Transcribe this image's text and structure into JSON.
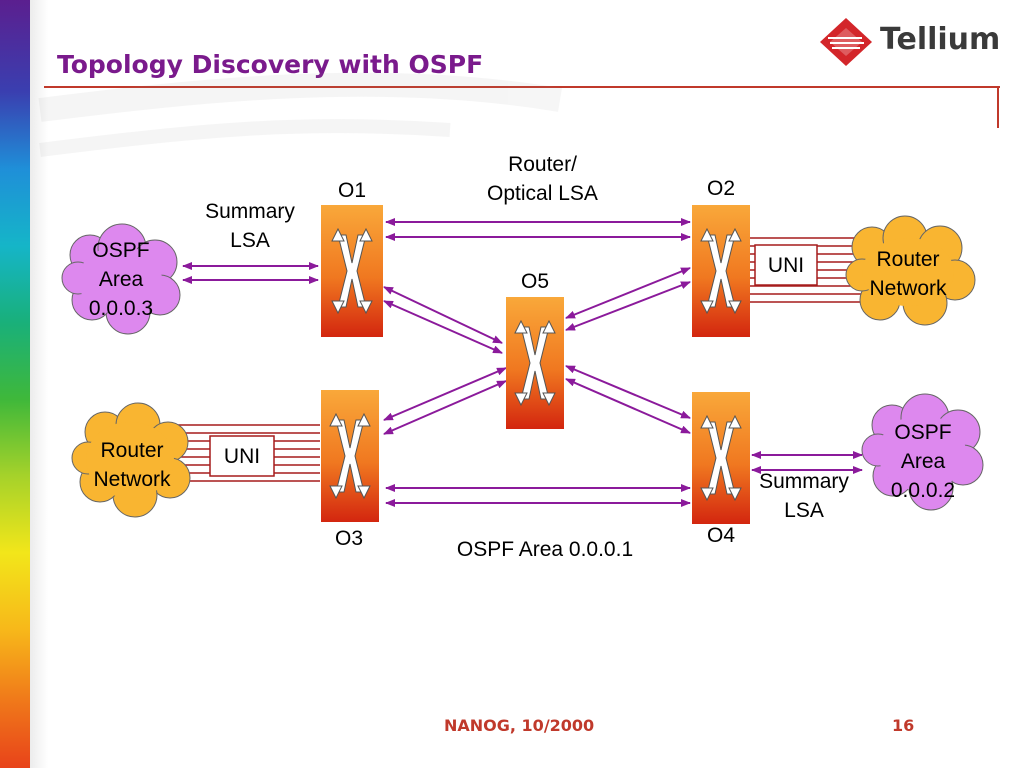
{
  "slide": {
    "title": "Topology Discovery with OSPF",
    "logo_text": "Tellium",
    "footer_left": "NANOG, 10/2000",
    "page_number": "16"
  },
  "labels": {
    "router_optical_lsa_line1": "Router/",
    "router_optical_lsa_line2": "Optical LSA",
    "summary_lsa_left_line1": "Summary",
    "summary_lsa_left_line2": "LSA",
    "summary_lsa_right_line1": "Summary",
    "summary_lsa_right_line2": "LSA",
    "ospf_area_backbone": "OSPF Area  0.0.0.1"
  },
  "switches": {
    "o1": "O1",
    "o2": "O2",
    "o3": "O3",
    "o4": "O4",
    "o5": "O5"
  },
  "clouds": {
    "ospf_area_left": [
      "OSPF",
      "Area",
      "0.0.0.3"
    ],
    "ospf_area_right": [
      "OSPF",
      "Area",
      "0.0.0.2"
    ],
    "router_network_left": [
      "Router",
      "Network"
    ],
    "router_network_right": [
      "Router",
      "Network"
    ]
  },
  "uni_labels": {
    "left": "UNI",
    "right": "UNI"
  },
  "colors": {
    "title": "#7a1a8c",
    "accent_red": "#c0392b",
    "arrow_purple": "#8b1a9b",
    "switch_orange": "#f7a035",
    "switch_red": "#d3260f",
    "cloud_purple": "#dd88ee",
    "cloud_orange": "#f9b531",
    "uni_lines": "#a61c1c"
  }
}
